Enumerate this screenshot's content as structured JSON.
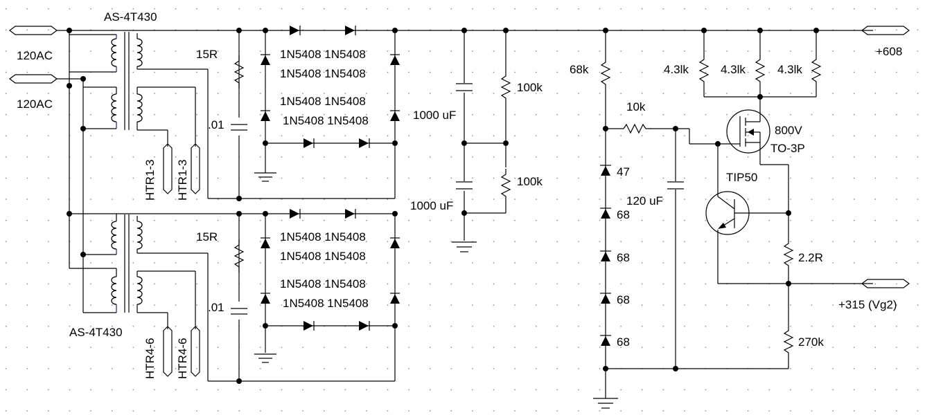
{
  "diagram": {
    "transformer_top_label": "AS-4T430",
    "transformer_bottom_label": "AS-4T430",
    "input_1": "120AC",
    "input_2": "120AC",
    "r15_top": "15R",
    "r15_bottom": "15R",
    "cap_01_top": ".01",
    "cap_01_bottom": ".01",
    "diode_label": "1N5408 1N5408",
    "htr_top": "HTR1-3",
    "htr_bottom": "HTR4-6",
    "cap_1000_top": "1000 uF",
    "cap_1000_bottom": "1000 uF",
    "r100k_top": "100k",
    "r100k_bottom": "100k",
    "r68k": "68k",
    "r10k": "10k",
    "zener_47": "47",
    "zener_68": "68",
    "cap_120": "120 uF",
    "r43k": "4.3lk",
    "mosfet_v": "800V",
    "mosfet_pkg": "TO-3P",
    "bjt": "TIP50",
    "r22": "2.2R",
    "r270k": "270k",
    "out_608": "+608",
    "out_315": "+315 (Vg2)"
  }
}
